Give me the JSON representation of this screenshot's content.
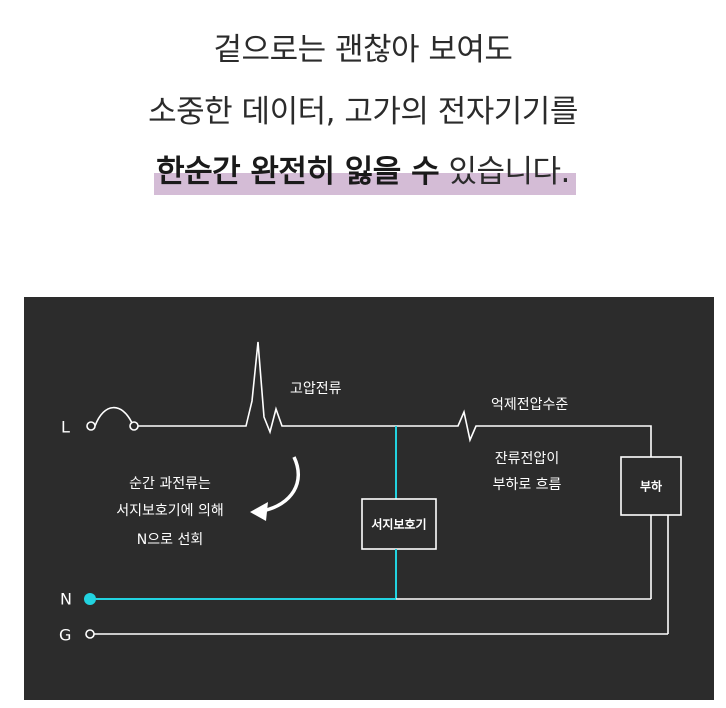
{
  "headline": {
    "line1": "겉으로는 괜찮아 보여도",
    "line2": "소중한 데이터, 고가의 전자기기를",
    "line3_bold": "한순간 완전히 잃을 수",
    "line3_rest": " 있습니다."
  },
  "diagram": {
    "terminal_L": "L",
    "terminal_N": "N",
    "terminal_G": "G",
    "surge_label": "고압전류",
    "suppressed_label": "억제전압수준",
    "residual_line1": "잔류전압이",
    "residual_line2": "부하로 흐름",
    "bypass_line1": "순간 과전류는",
    "bypass_line2": "서지보호기에 의해",
    "bypass_line3": "N으로 선회",
    "protector_label": "서지보호기",
    "load_label": "부하"
  },
  "colors": {
    "highlight": "#d4bcd6",
    "panel_bg": "#2c2c2c",
    "wire": "#ffffff",
    "neutral_path": "#22d3e0"
  }
}
